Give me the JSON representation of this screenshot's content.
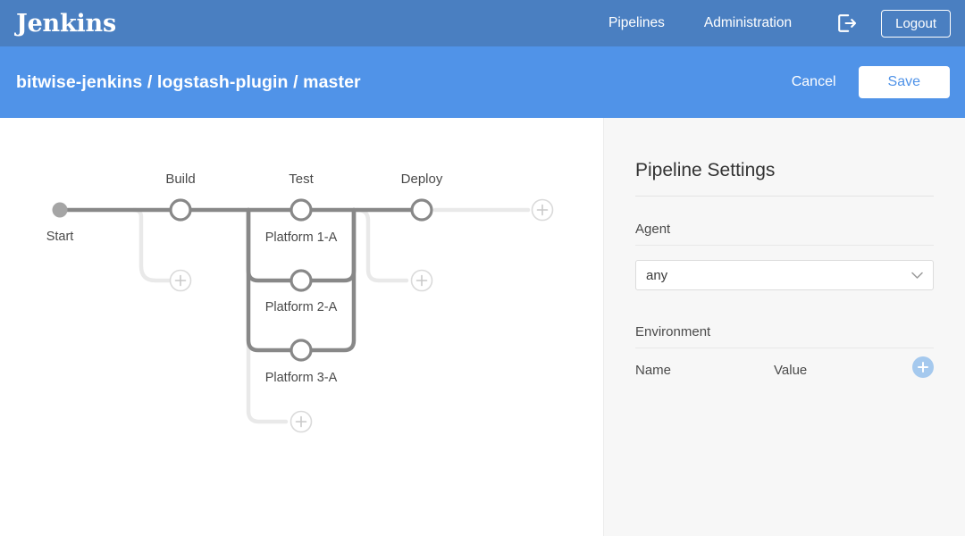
{
  "topbar": {
    "brand": "Jenkins",
    "links": [
      {
        "label": "Pipelines",
        "name": "nav-pipelines"
      },
      {
        "label": "Administration",
        "name": "nav-administration"
      }
    ],
    "logout_icon": "logout-arrow-icon",
    "logout_label": "Logout",
    "bg_color": "#4a7fc1"
  },
  "breadcrumb": {
    "org": "bitwise-jenkins",
    "sep1": "/",
    "repo": "logstash-plugin",
    "sep2": "/",
    "branch": "master",
    "cancel_label": "Cancel",
    "save_label": "Save",
    "bg_color": "#5093e8",
    "save_text_color": "#5093e8"
  },
  "pipeline": {
    "start_label": "Start",
    "stages": [
      {
        "name": "Build",
        "branches": []
      },
      {
        "name": "Test",
        "branches": [
          "Platform 1-A",
          "Platform 2-A",
          "Platform 3-A"
        ]
      },
      {
        "name": "Deploy",
        "branches": []
      }
    ],
    "add_buttons": [
      {
        "name": "add-stage-after-start"
      },
      {
        "name": "add-parallel-branch-test"
      },
      {
        "name": "add-branch-after-deploy"
      },
      {
        "name": "add-stage-end"
      }
    ],
    "line_color": "#888888",
    "ghost_color": "#e4e4e4",
    "start_dot_color": "#a5a5a5"
  },
  "settings": {
    "title": "Pipeline Settings",
    "agent_label": "Agent",
    "agent_value": "any",
    "agent_chevron": "chevron-down-icon",
    "environment_label": "Environment",
    "col_name": "Name",
    "col_value": "Value",
    "add_icon": "plus-icon",
    "add_color": "#a5c9ee"
  }
}
